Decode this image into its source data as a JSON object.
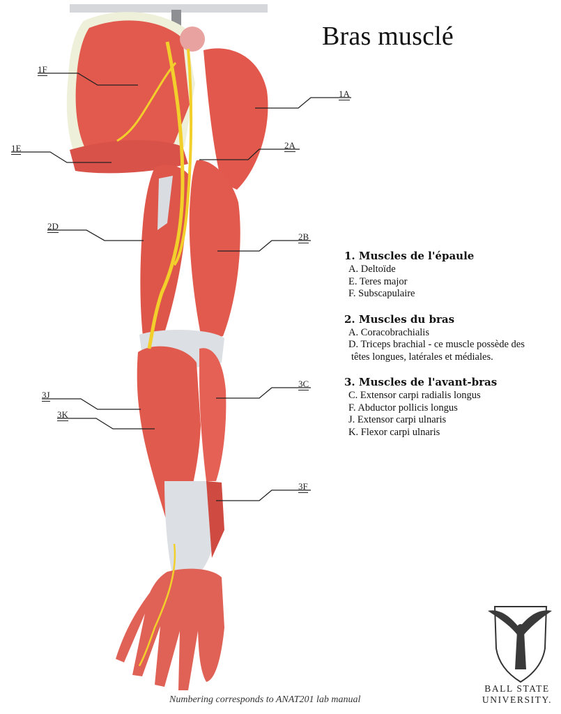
{
  "title": "Bras musclé",
  "labels": {
    "l1F": "1F",
    "l1E": "1E",
    "l1A": "1A",
    "l2A": "2A",
    "l2D": "2D",
    "l2B": "2B",
    "l3C": "3C",
    "l3J": "3J",
    "l3K": "3K",
    "l3F": "3F"
  },
  "legend": {
    "shoulder": {
      "heading": "1. Muscles de l'épaule",
      "items": [
        "A. Deltoïde",
        "E. Teres major",
        "F. Subscapulaire"
      ]
    },
    "arm": {
      "heading": "2. Muscles du bras",
      "items": [
        "A. Coracobrachialis",
        "D. Triceps brachial - ce muscle possède des",
        "têtes longues, latérales et médiales."
      ]
    },
    "forearm": {
      "heading": "3. Muscles de l'avant-bras",
      "items": [
        "C. Extensor carpi radialis longus",
        "F. Abductor pollicis longus",
        "J. Extensor carpi ulnaris",
        "K. Flexor carpi ulnaris"
      ]
    }
  },
  "footnote": "Numbering corresponds to ANAT201 lab manual",
  "brand": {
    "line1": "BALL STATE",
    "line2": "UNIVERSITY."
  },
  "colors": {
    "muscle": "#e0574a",
    "muscle_dark": "#b8382f",
    "tendon": "#d9dde2",
    "nerve": "#f2cf2a",
    "leader": "#222222"
  },
  "logo_icon": "winged-statue-seal-icon"
}
